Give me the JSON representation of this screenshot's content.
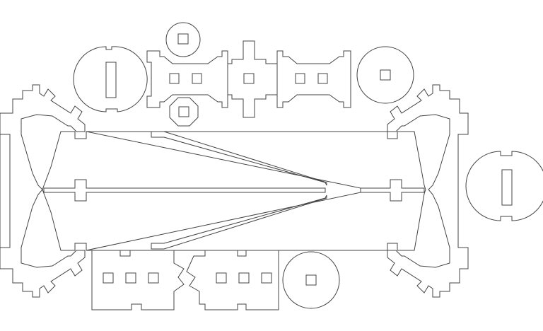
{
  "drawing": {
    "background": "#ffffff",
    "line_color": "#444444",
    "parts": [
      "main-frame",
      "round-disc-with-slot-left",
      "round-disc-with-slot-right",
      "round-disc-with-square-hole-small",
      "round-disc-with-square-hole-top-right",
      "round-disc-with-square-hole-bottom",
      "octagon-disc",
      "bowtie-connector-left",
      "cross-connector",
      "bowtie-connector-right",
      "rect-connector-three-holes-left",
      "rect-connector-three-holes-right"
    ]
  }
}
